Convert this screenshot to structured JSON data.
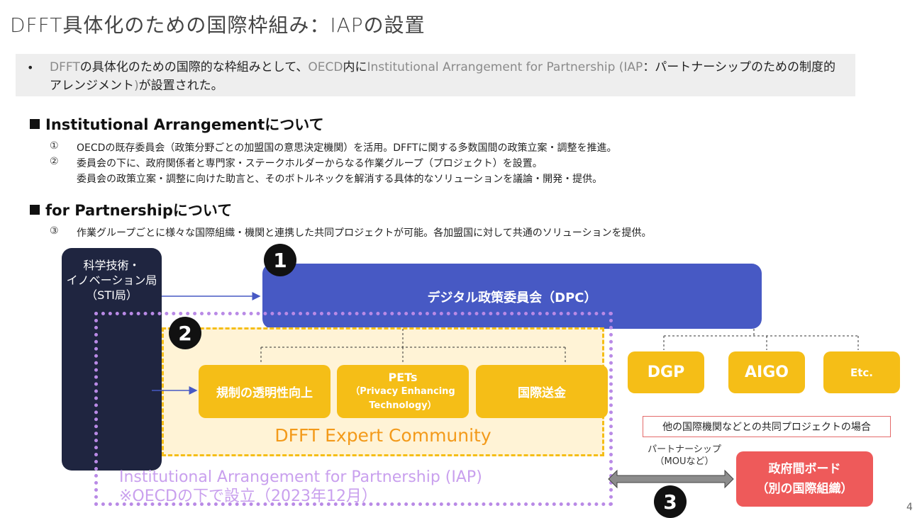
{
  "title": "DFFT具体化のための国際枠組み：IAPの設置",
  "intro": {
    "bullet": "•",
    "parts": [
      "DFFT",
      "の具体化のための国際的な枠組みとして、",
      "OECD",
      "内に",
      "Institutional Arrangement for Partnership (IAP",
      "：パートナーシップ",
      "のための制度的アレンジメント",
      ")",
      "が設置された。"
    ]
  },
  "section1": {
    "heading": "Institutional Arrangementについて",
    "items": [
      {
        "num": "①",
        "text": "OECDの既存委員会（政策分野ごとの加盟国の意思決定機関）を活用。DFFTに関する多数国間の政策立案・調整を推進。"
      },
      {
        "num": "②",
        "text": "委員会の下に、政府関係者と専門家・ステークホルダーからなる作業グループ（プロジェクト）を設置。"
      },
      {
        "num": "",
        "text": "委員会の政策立案・調整に向けた助言と、そのボトルネックを解消する具体的なソリューションを議論・開発・提供。"
      }
    ]
  },
  "section2": {
    "heading": "for Partnershipについて",
    "items": [
      {
        "num": "③",
        "text": "作業グループごとに様々な国際組織・機関と連携した共同プロジェクトが可能。各加盟国に対して共通のソリューションを提供。"
      }
    ]
  },
  "diagram": {
    "sti": [
      "科学技術・",
      "イノベーション局",
      "（STI局）"
    ],
    "dpc": "デジタル政策委員会（DPC）",
    "circle1": "1",
    "circle2": "2",
    "circle3": "3",
    "working_groups": [
      {
        "lines": [
          "規制の透明性向上"
        ]
      },
      {
        "lines": [
          "PETs",
          "（Privacy Enhancing",
          "Technology）"
        ]
      },
      {
        "lines": [
          "国際送金"
        ]
      }
    ],
    "expert_community": "DFFT Expert Community",
    "iap_label": [
      "Institutional Arrangement for Partnership (IAP)",
      "※OECDの下で設立（2023年12月）"
    ],
    "orgs": [
      "DGP",
      "AIGO",
      "Etc."
    ],
    "joint_note": "他の国際機関などとの共同プロジェクトの場合",
    "partnership": [
      "パートナーシップ",
      "（MOUなど）"
    ],
    "board": [
      "政府間ボード",
      "（別の国際組織）"
    ]
  },
  "page_number": "4",
  "colors": {
    "navy": "#1f2540",
    "dpc_blue": "#4759c4",
    "yellow": "#f5be17",
    "expert_bg": "#fff3d6",
    "purple_dots": "#b98ae6",
    "red_board": "#ee5a5a"
  }
}
